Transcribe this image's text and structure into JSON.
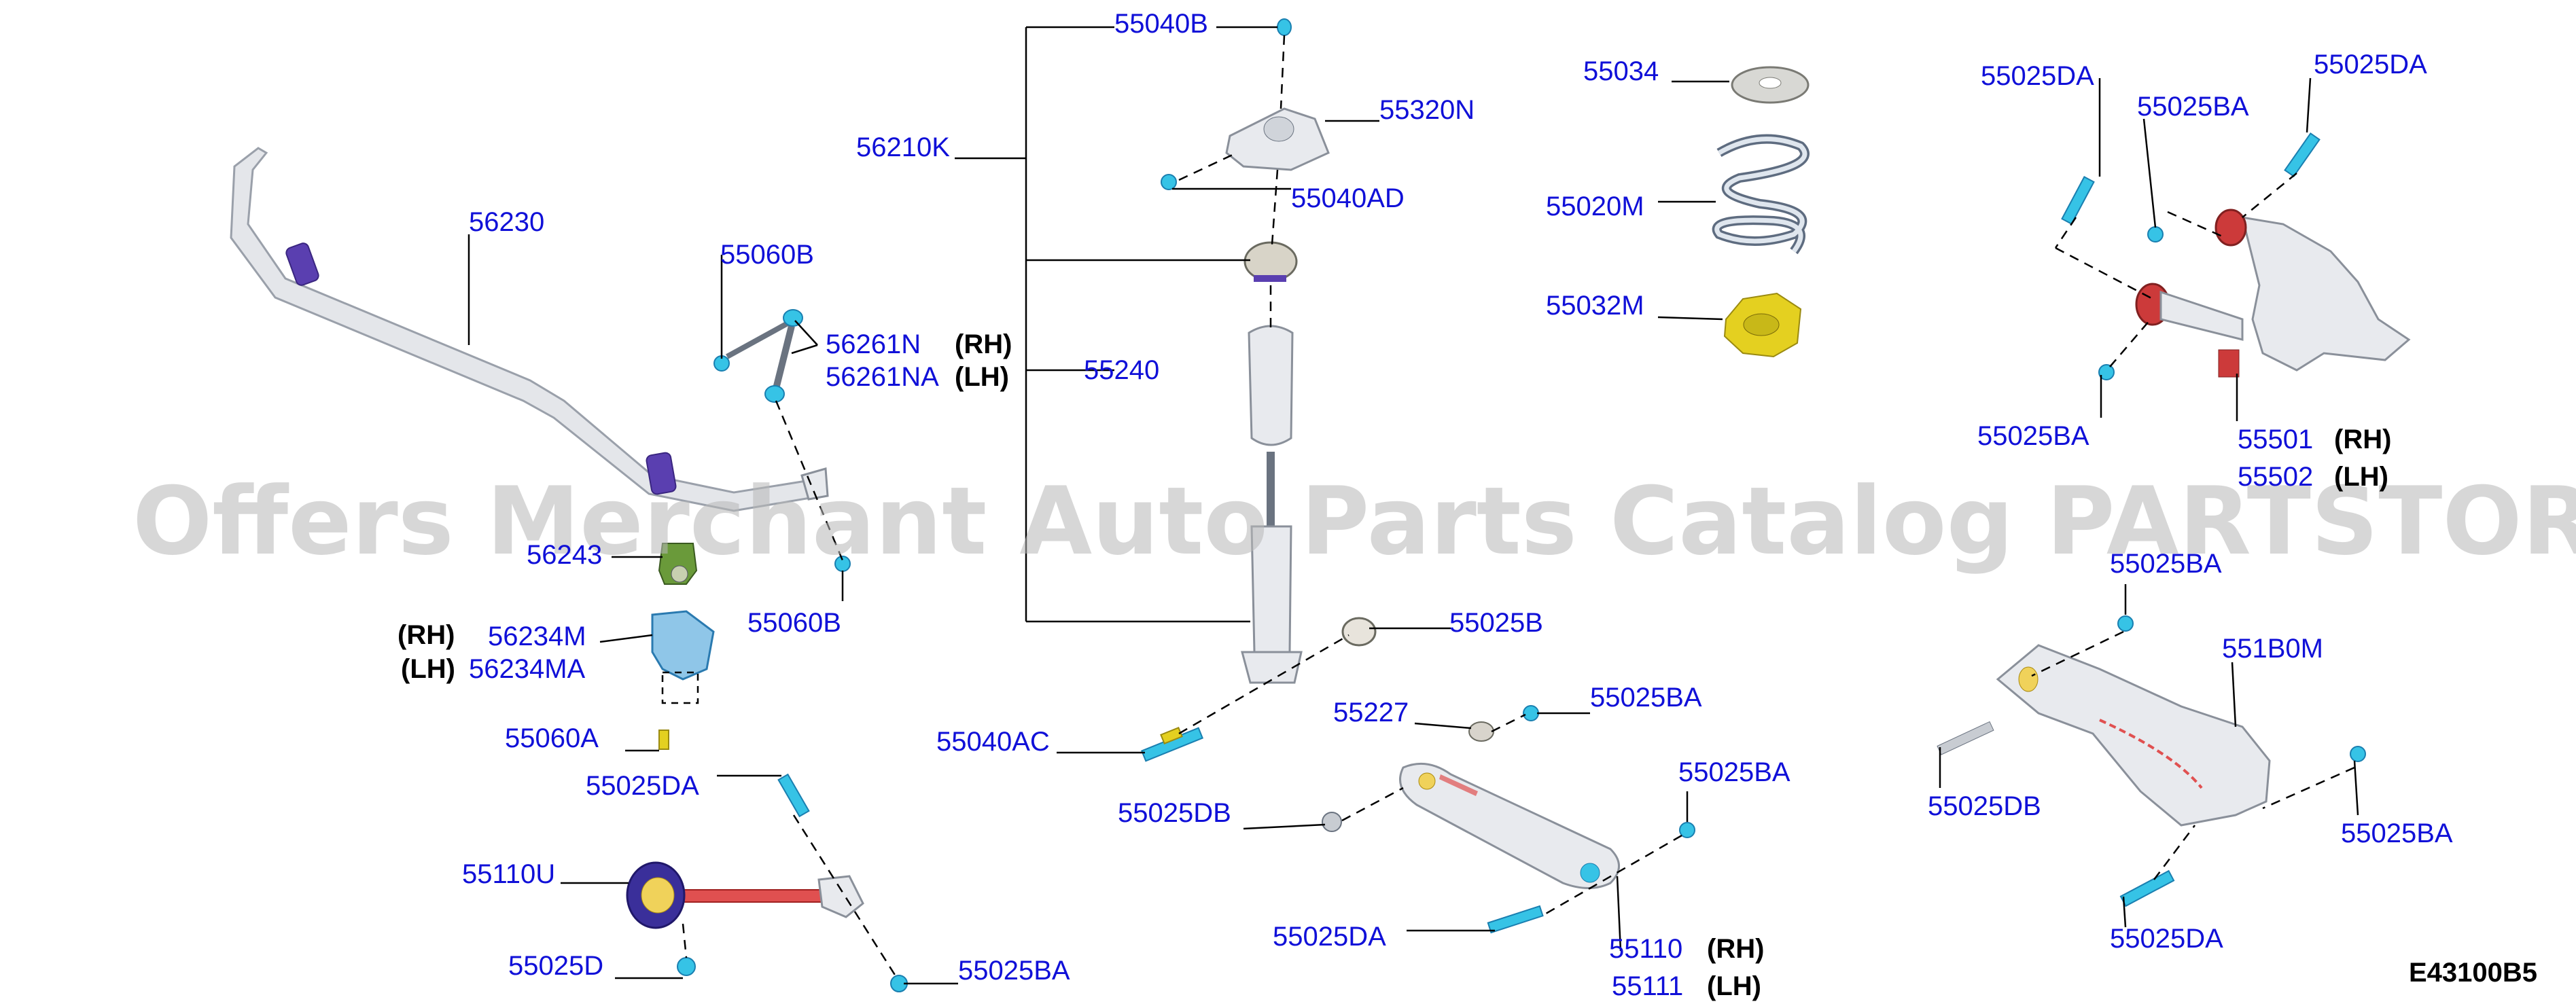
{
  "diagram": {
    "code": "E43100B5",
    "watermark": "Offers Merchant Auto Parts Catalog PARTSTORE.SA",
    "sides": {
      "rh": "(RH)",
      "lh": "(LH)"
    },
    "labels": {
      "p56230": "56230",
      "p55060B_top": "55060B",
      "p56261N": "56261N",
      "p56261NA": "56261NA",
      "p56243": "56243",
      "p55060B_bottom": "55060B",
      "p56234M": "56234M",
      "p56234MA": "56234MA",
      "p55060A": "55060A",
      "p55025DA_left": "55025DA",
      "p55110U": "55110U",
      "p55025D": "55025D",
      "p55025BA_left": "55025BA",
      "p55040B": "55040B",
      "p55320N": "55320N",
      "p56210K": "56210K",
      "p55040AD": "55040AD",
      "p55240": "55240",
      "p55025B": "55025B",
      "p55040AC": "55040AC",
      "p55227": "55227",
      "p55025BA_mid1": "55025BA",
      "p55025BA_mid2": "55025BA",
      "p55025DB_mid": "55025DB",
      "p55025DA_mid": "55025DA",
      "p55110": "55110",
      "p55111": "55111",
      "p55034": "55034",
      "p55020M": "55020M",
      "p55032M": "55032M",
      "p55025DA_r1": "55025DA",
      "p55025BA_r1": "55025BA",
      "p55025DA_r2": "55025DA",
      "p55025BA_r2": "55025BA",
      "p55501": "55501",
      "p55502": "55502",
      "p55025BA_r3": "55025BA",
      "p551B0M": "551B0M",
      "p55025DB_r": "55025DB",
      "p55025BA_r4": "55025BA",
      "p55025DA_r3": "55025DA"
    }
  }
}
